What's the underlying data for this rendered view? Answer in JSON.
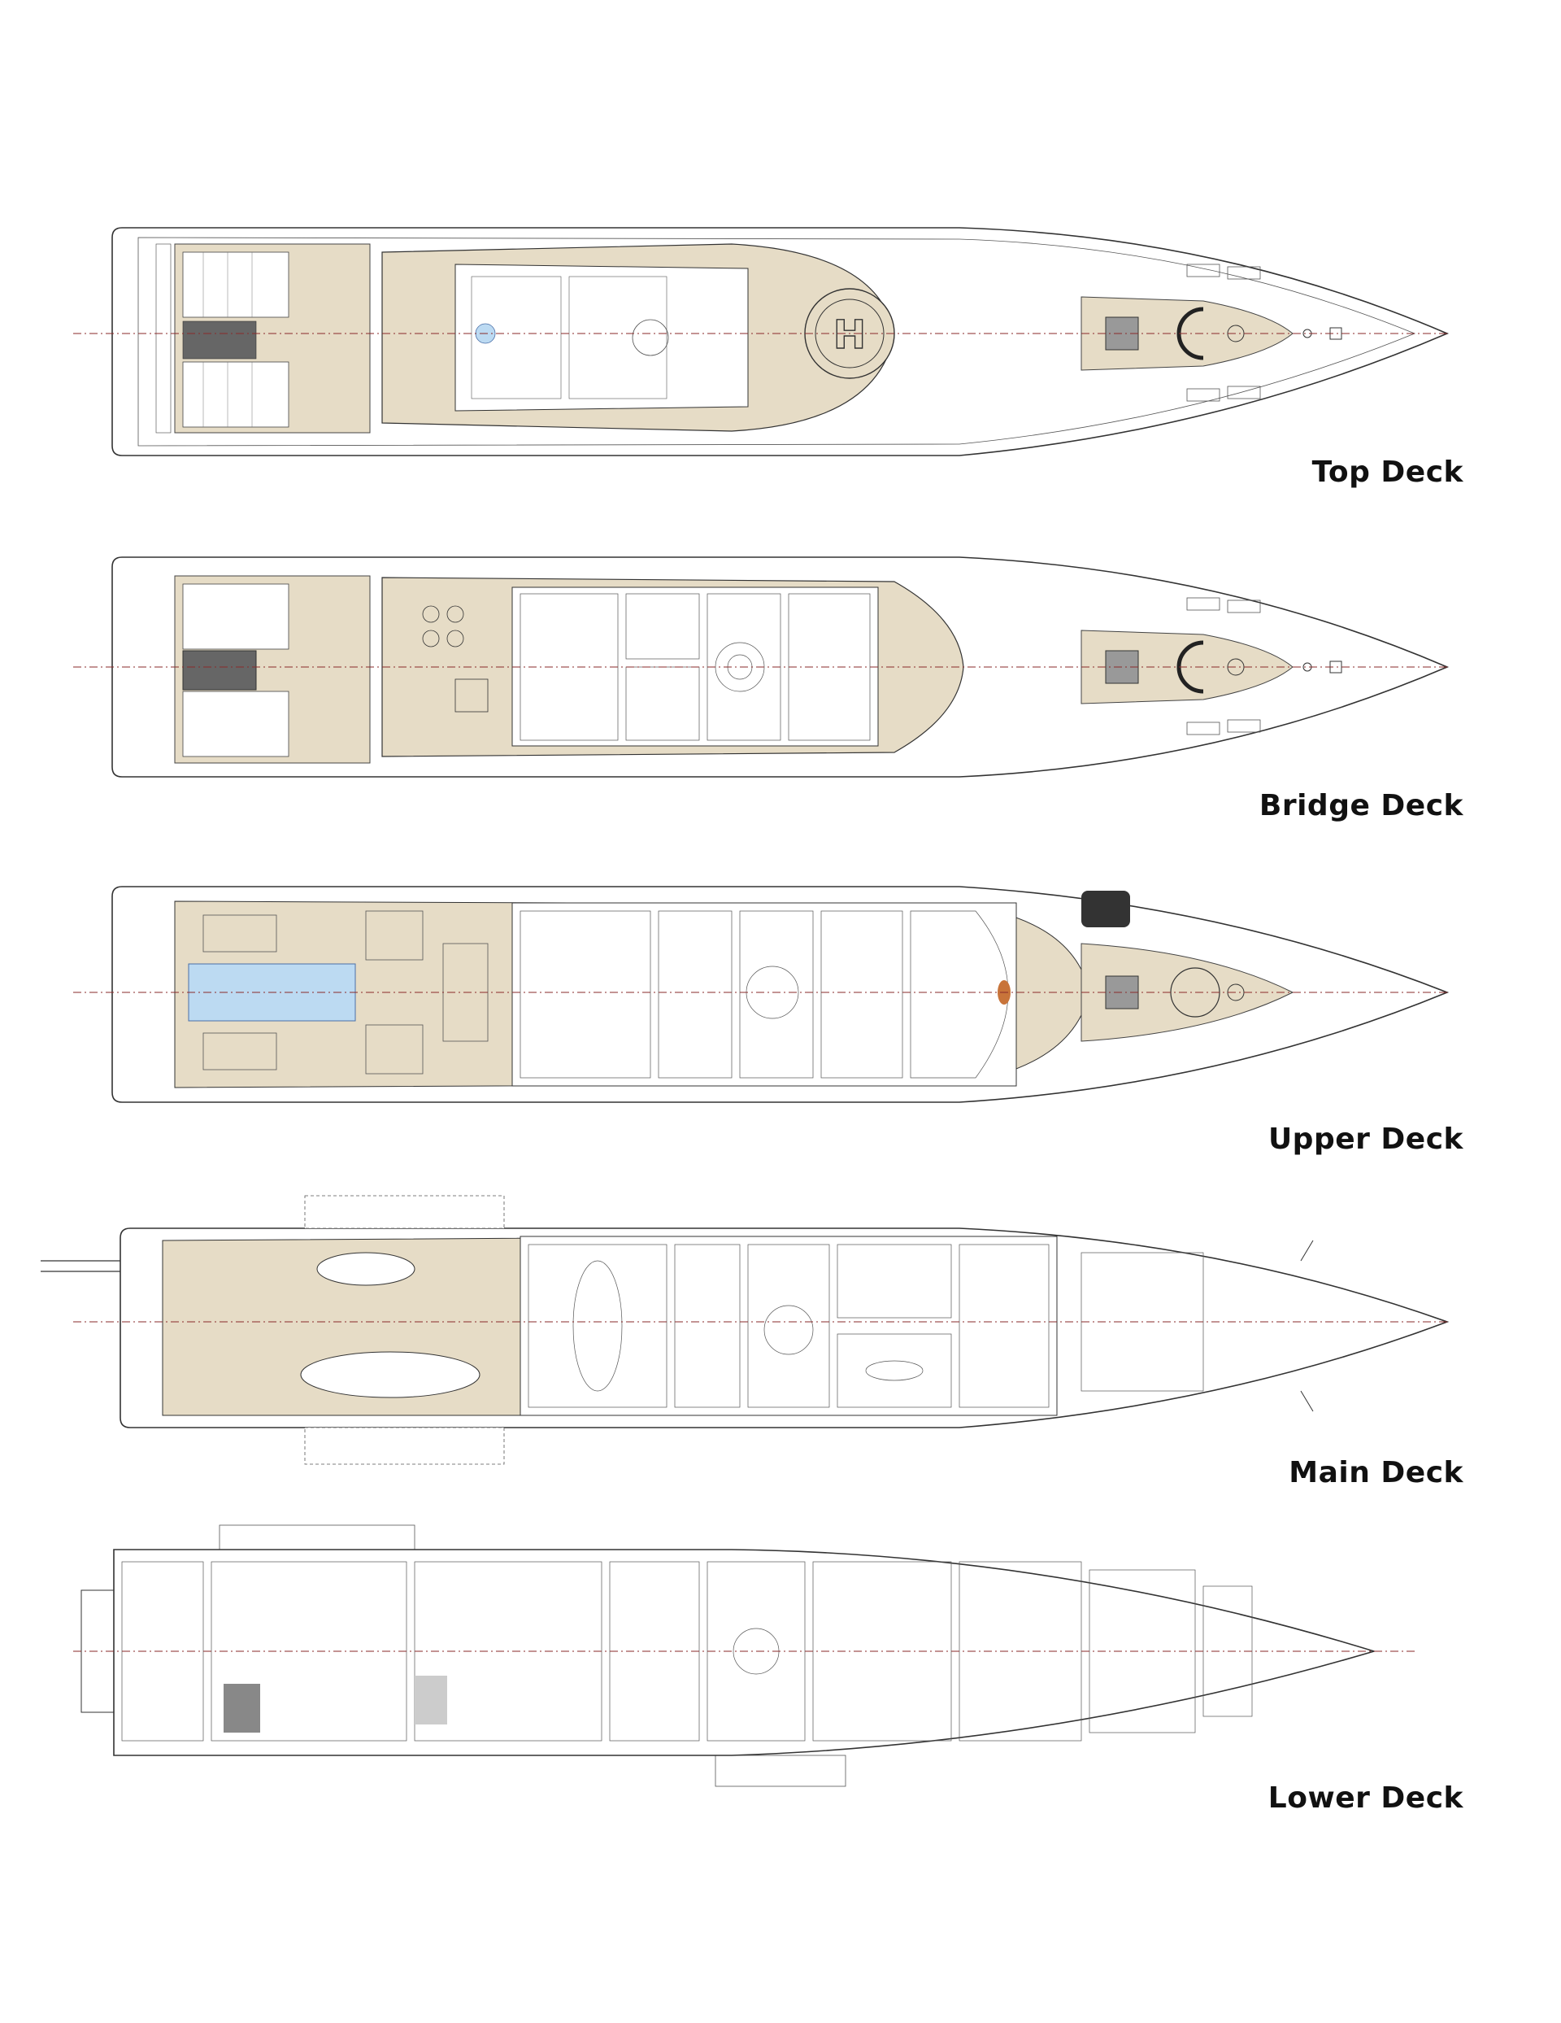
{
  "decks": [
    {
      "id": "top",
      "label": "Top Deck"
    },
    {
      "id": "bridge",
      "label": "Bridge Deck"
    },
    {
      "id": "upper",
      "label": "Upper Deck"
    },
    {
      "id": "main",
      "label": "Main Deck"
    },
    {
      "id": "lower",
      "label": "Lower Deck"
    }
  ],
  "colors": {
    "teak": "#e6dcc6",
    "line": "#3a3a3a",
    "pool": "#bcdaf2",
    "centerline": "#8a2a2a",
    "label": "#2a3c8a"
  }
}
